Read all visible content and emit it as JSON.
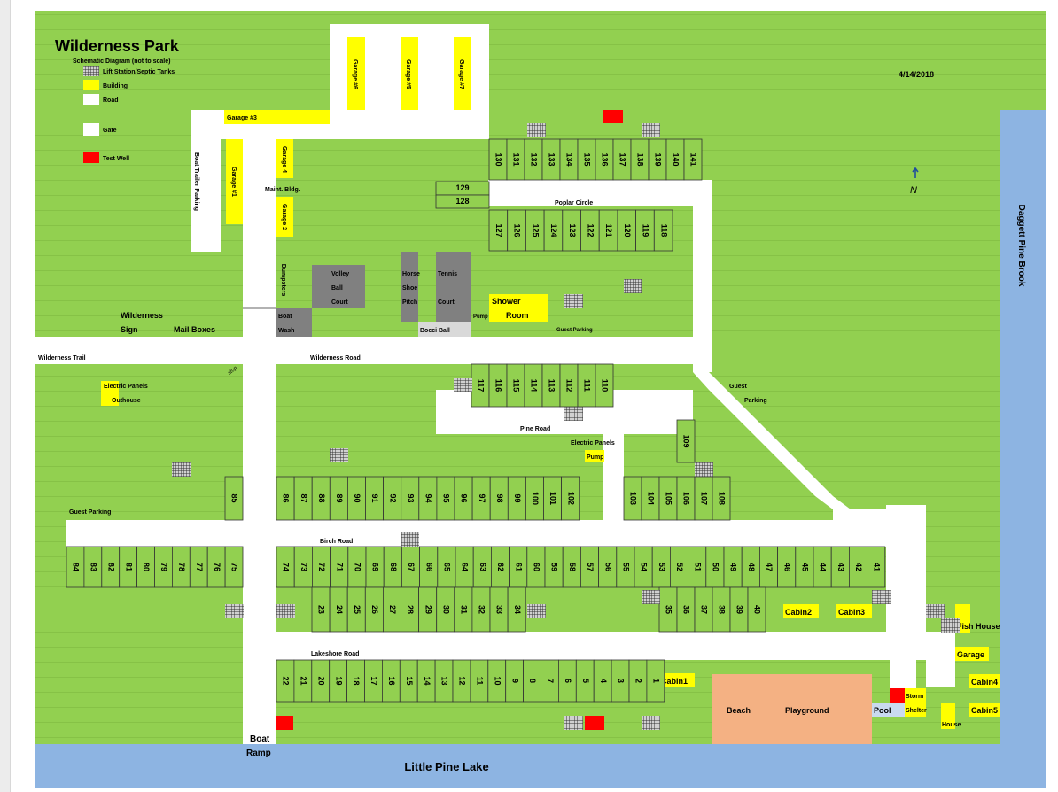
{
  "title": "Wilderness Park",
  "subtitle": "Schematic Diagram (not to scale)",
  "date": "4/14/2018",
  "north_label": "N",
  "legend": [
    {
      "label": "Lift Station/Septic Tanks",
      "swatch": "hatch"
    },
    {
      "label": "Building",
      "swatch": "#ffff00"
    },
    {
      "label": "Road",
      "swatch": "#ffffff"
    },
    {
      "label": "Gate",
      "swatch": "#ffffff"
    },
    {
      "label": "Test Well",
      "swatch": "#ff0000"
    }
  ],
  "colors": {
    "grass": "#92d050",
    "road": "#ffffff",
    "building": "#ffff00",
    "water": "#8db4e2",
    "court": "#808080",
    "test_well": "#ff0000",
    "beach": "#f4b183",
    "pool": "#c9daf0"
  },
  "water_labels": {
    "lake": "Little Pine Lake",
    "brook": "Daggett Pine Brook"
  },
  "garages": {
    "g6": "Garage #6",
    "g5": "Garage #5",
    "g7": "Garage #7",
    "g3": "Garage #3",
    "g1": "Garage #1",
    "g4": "Garage 4",
    "g2": "Garage 2"
  },
  "labels": {
    "boat_trailer": "Boat Trailer Parking",
    "maint": "Maint. Bldg.",
    "poplar": "Poplar Circle",
    "dumpsters": "Dumpsters",
    "volley": [
      "Volley",
      "Ball",
      "Court"
    ],
    "horse": [
      "Horse",
      "Shoe",
      "Pitch"
    ],
    "tennis": [
      "Tennis",
      "Court"
    ],
    "shower": [
      "Shower",
      "Room"
    ],
    "pump": "Pump",
    "guest_parking": "Guest Parking",
    "boat_wash": [
      "Boat",
      "Wash"
    ],
    "bocci": "Bocci Ball",
    "wild_sign": [
      "Wilderness",
      "Sign"
    ],
    "mail": "Mail Boxes",
    "trail": "Wilderness Trail",
    "wild_road": "Wilderness Road",
    "elec_panels": "Electric Panels",
    "outhouse": "Outhouse",
    "stop": "stop",
    "guest": "Guest",
    "parking": "Parking",
    "pine_road": "Pine Road",
    "birch_road": "Birch Road",
    "lakeshore_road": "Lakeshore Road",
    "cabin1": "Cabin1",
    "cabin2": "Cabin2",
    "cabin3": "Cabin3",
    "cabin4": "Cabin4",
    "cabin5": "Cabin5",
    "fish_house": "Fish House",
    "garage": "Garage",
    "house": "House",
    "storm": [
      "Storm",
      "Shelter"
    ],
    "pool": "Pool",
    "beach": "Beach",
    "playground": "Playground",
    "boat_ramp": [
      "Boat",
      "Ramp"
    ]
  },
  "lots": {
    "top_row": [
      "130",
      "131",
      "132",
      "133",
      "134",
      "135",
      "136",
      "137",
      "138",
      "139",
      "140",
      "141"
    ],
    "poplar_row": [
      "127",
      "126",
      "125",
      "124",
      "123",
      "122",
      "121",
      "120",
      "119",
      "118"
    ],
    "l129": "129",
    "l128": "128",
    "pine_row": [
      "117",
      "116",
      "115",
      "114",
      "113",
      "112",
      "111",
      "110"
    ],
    "l109": "109",
    "l85": "85",
    "birch_north_row": [
      "86",
      "87",
      "88",
      "89",
      "90",
      "91",
      "92",
      "93",
      "94",
      "95",
      "96",
      "97",
      "98",
      "99",
      "100",
      "101",
      "102"
    ],
    "east_north_row": [
      "103",
      "104",
      "105",
      "106",
      "107",
      "108"
    ],
    "west_row": [
      "84",
      "83",
      "82",
      "81",
      "80",
      "79",
      "78",
      "77",
      "76",
      "75"
    ],
    "birch_south_row": [
      "74",
      "73",
      "72",
      "71",
      "70",
      "69",
      "68",
      "67",
      "66",
      "65",
      "64",
      "63",
      "62",
      "61",
      "60",
      "59",
      "58",
      "57",
      "56",
      "55",
      "54",
      "53",
      "52",
      "51",
      "50",
      "49",
      "48",
      "47",
      "46",
      "45",
      "44",
      "43",
      "42",
      "41"
    ],
    "row_23_34": [
      "23",
      "24",
      "25",
      "26",
      "27",
      "28",
      "29",
      "30",
      "31",
      "32",
      "33",
      "34"
    ],
    "row_35_40": [
      "35",
      "36",
      "37",
      "38",
      "39",
      "40"
    ],
    "lakeshore_row": [
      "22",
      "21",
      "20",
      "19",
      "18",
      "17",
      "16",
      "15",
      "14",
      "13",
      "12",
      "11",
      "10",
      "9",
      "8",
      "7",
      "6",
      "5",
      "4",
      "3",
      "2",
      "1"
    ]
  }
}
